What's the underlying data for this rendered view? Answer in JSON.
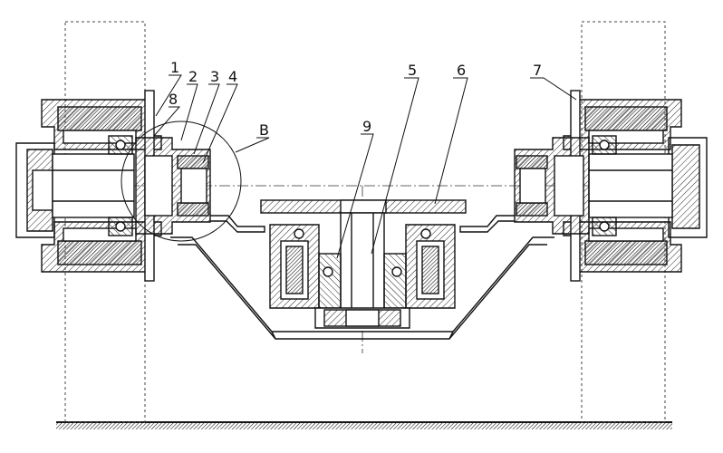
{
  "drawing": {
    "callouts": [
      {
        "id": "c1",
        "text": "1"
      },
      {
        "id": "c2",
        "text": "2"
      },
      {
        "id": "c3",
        "text": "3"
      },
      {
        "id": "c4",
        "text": "4"
      },
      {
        "id": "c5",
        "text": "5"
      },
      {
        "id": "c6",
        "text": "6"
      },
      {
        "id": "c7",
        "text": "7"
      },
      {
        "id": "c8",
        "text": "8"
      },
      {
        "id": "c9",
        "text": "9"
      },
      {
        "id": "cB",
        "text": "B"
      }
    ]
  }
}
